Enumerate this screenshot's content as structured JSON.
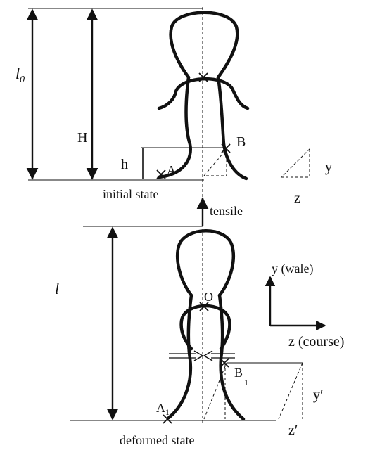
{
  "figure": {
    "initial": {
      "l0_main": "l",
      "l0_sub": "0",
      "H": "H",
      "h": "h",
      "point_A": "A",
      "point_B": "B",
      "triangle_y": "y",
      "triangle_z": "z",
      "caption": "initial state"
    },
    "tensile_label": "tensile",
    "deformed": {
      "l": "l",
      "point_O": "O",
      "point_A1_main": "A",
      "point_A1_sub": "1",
      "point_B1_main": "B",
      "point_B1_sub": "1",
      "y_prime": "y′",
      "z_prime": "z′",
      "caption": "deformed state"
    },
    "axes": {
      "y_axis_label": "y (wale)",
      "z_axis_label": "z (course)"
    }
  }
}
